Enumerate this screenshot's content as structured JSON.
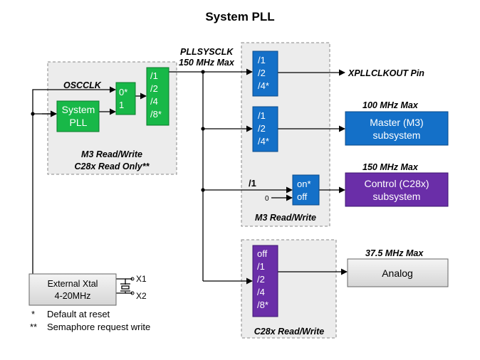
{
  "title": "System PLL",
  "colors": {
    "green": "#18b848",
    "blue": "#1470c8",
    "purple": "#6a2ea8",
    "gray_box": "#e8e8e8",
    "wire": "#000000"
  },
  "labels": {
    "oscclk": "OSCCLK",
    "pllsysclk": "PLLSYSCLK",
    "pllsysclk_max": "150 MHz  Max",
    "xpllclkout": "XPLLCLKOUT  Pin",
    "master_max": "100 MHz  Max",
    "control_max": "150 MHz  Max",
    "analog_max": "37.5 MHz  Max",
    "m3_rw_left": "M3 Read/Write",
    "c28x_ro": "C28x Read Only**",
    "m3_rw_right": "M3 Read/Write",
    "c28x_rw": "C28x Read/Write",
    "one_input": "/1",
    "zero_input": "0",
    "x1": "X1",
    "x2": "X2"
  },
  "blocks": {
    "system_pll": [
      "System",
      "PLL"
    ],
    "mux": [
      "0*",
      "1"
    ],
    "div_left": [
      "/1",
      "/2",
      "/4",
      "/8*"
    ],
    "div_xclk": [
      "/1",
      "/2",
      "/4*"
    ],
    "div_master": [
      "/1",
      "/2",
      "/4*"
    ],
    "gate": [
      "on*",
      "off"
    ],
    "div_analog": [
      "off",
      "/1",
      "/2",
      "/4",
      "/8*"
    ],
    "master": [
      "Master (M3)",
      "subsystem"
    ],
    "control": [
      "Control (C28x)",
      "subsystem"
    ],
    "analog": "Analog",
    "xtal": [
      "External Xtal",
      "4-20MHz"
    ]
  },
  "footnotes": [
    {
      "mark": "*",
      "text": "Default at reset"
    },
    {
      "mark": "**",
      "text": "Semaphore request write"
    }
  ]
}
